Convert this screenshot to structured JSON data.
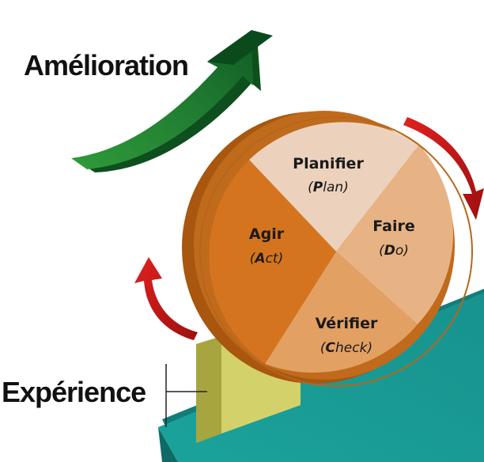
{
  "labels": {
    "improvement": "Amélioration",
    "experience": "Expérience"
  },
  "quadrants": {
    "plan": {
      "title": "Planifier",
      "sub_letter": "P",
      "sub_rest": "lan"
    },
    "do": {
      "title": "Faire",
      "sub_letter": "D",
      "sub_rest": "o"
    },
    "check": {
      "title": "Vérifier",
      "sub_letter": "C",
      "sub_rest": "heck"
    },
    "act": {
      "title": "Agir",
      "sub_letter": "A",
      "sub_rest": "ct"
    }
  },
  "colors": {
    "plan": "#ecd2bd",
    "do": "#e8b384",
    "check": "#e09a5c",
    "act": "#d5741f",
    "wheel_side": "#b9621a",
    "ramp": "#1fa6a0",
    "wedge": "#c9c85f",
    "rotation_arrow": "#cc1b1b",
    "improvement_arrow": "#2d8a3a"
  }
}
